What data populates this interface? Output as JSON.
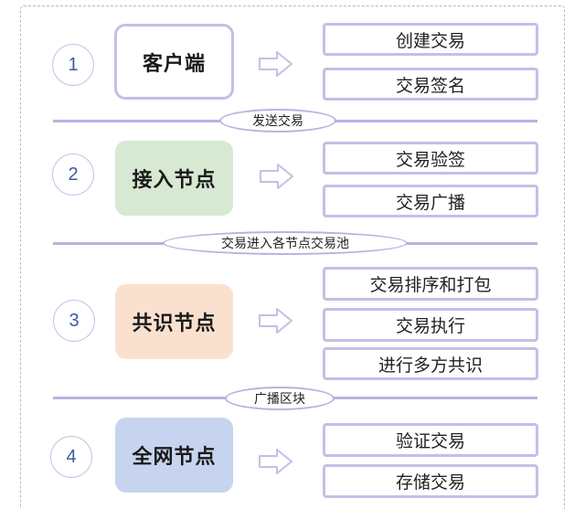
{
  "steps": [
    {
      "number": "1",
      "node": "客户端",
      "actions": [
        "创建交易",
        "交易签名"
      ]
    },
    {
      "number": "2",
      "node": "接入节点",
      "actions": [
        "交易验签",
        "交易广播"
      ]
    },
    {
      "number": "3",
      "node": "共识节点",
      "actions": [
        "交易排序和打包",
        "交易执行",
        "进行多方共识"
      ]
    },
    {
      "number": "4",
      "node": "全网节点",
      "actions": [
        "验证交易",
        "存储交易"
      ]
    }
  ],
  "transitions": [
    "发送交易",
    "交易进入各节点交易池",
    "广播区块"
  ],
  "colors": {
    "border": "#c3bfe6",
    "access_node": "#d7e8d3",
    "consensus_node": "#fae1cf",
    "full_node": "#c6d4ef",
    "number": "#3f5a9e"
  }
}
